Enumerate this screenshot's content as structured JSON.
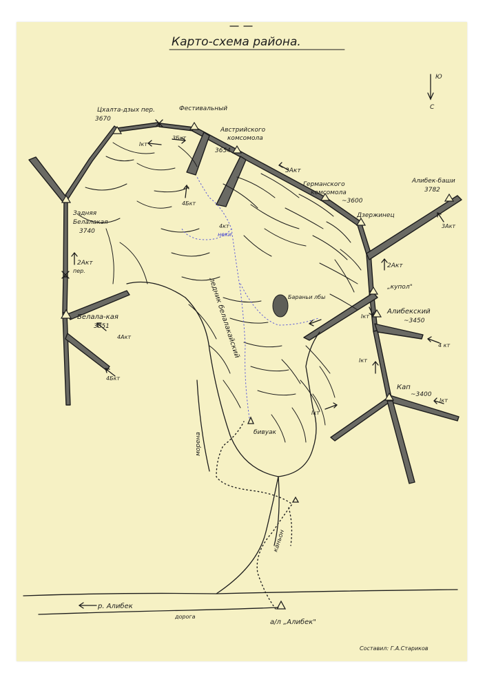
{
  "title": "Карто-схема района.",
  "compass": {
    "top": "Ю",
    "bottom": "С"
  },
  "author": "Составил: Г.А.Стариков",
  "peaks": {
    "tsalta_pass": {
      "name": "Цхалта-дзых пер.",
      "elev": "3670"
    },
    "festivalny": {
      "name": "Фестивальный"
    },
    "austrian": {
      "name1": "Австрийского",
      "name2": "комсомола",
      "elev": "3654"
    },
    "german": {
      "name1": "Германского",
      "name2": "комсомола",
      "elev": "~3600"
    },
    "dzerzhinets": {
      "name": "Дзержинец"
    },
    "alibek_bashi": {
      "name": "Алибек-баши",
      "elev": "3782"
    },
    "kupol": {
      "name": "„купол\""
    },
    "alibeksky": {
      "name": "Алибекский",
      "elev": "~3450"
    },
    "kap": {
      "name": "Кап",
      "elev": "~3400"
    },
    "zadnyaya": {
      "name1": "Задняя",
      "name2": "Белалакая",
      "elev": "3740"
    },
    "belalakaya": {
      "name": "Белала-кая",
      "elev": "3851"
    }
  },
  "features": {
    "pass": "пер.",
    "glacier": "ледник белалакайский",
    "lake": "Бараньи лбы",
    "bivouac": "бивуак",
    "moraine": "морена",
    "canyon": "каньон",
    "river": "р. Алибек",
    "road": "дорога",
    "camp": "а/л „Алибек\""
  },
  "grades": {
    "g1_tsalta": "Iкт",
    "g3b_fest": "3Бкт",
    "g3a_austria": "3Акт",
    "g4b_glacier": "4Бкт",
    "g4_center": "4кт",
    "g2a_zadnyaya": "2Акт",
    "g4a_belala": "4Акт",
    "g4b_belala": "4Бкт",
    "g3a_alibekbashi": "3Акт",
    "g2a_kupol": "2Акт",
    "g1_alibeksky": "Iкт",
    "g4_alibeksky": "4 кт",
    "g1_route": "Iкт",
    "g1_kap": "Iкт",
    "g1_glacier": "Iкт",
    "note_blue": "неки"
  }
}
